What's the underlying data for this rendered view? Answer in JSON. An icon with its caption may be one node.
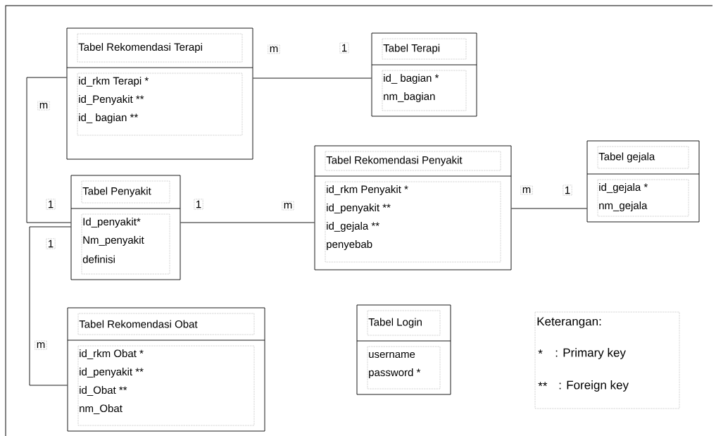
{
  "diagram": {
    "nodes": [
      {
        "text": [
          "Tabel Rekomendasi Terapi",
          "id_rkm Terapi *",
          "id_Penyakit **",
          "id_ bagian **"
        ]
      },
      {
        "text": [
          "Tabel Terapi",
          "id_ bagian *",
          "nm_bagian"
        ]
      },
      {
        "text": [
          "Tabel Rekomendasi Penyakit",
          "id_rkm Penyakit *",
          "id_penyakit **",
          "id_gejala **",
          "penyebab"
        ]
      },
      {
        "text": [
          "Tabel gejala",
          "id_gejala *",
          "nm_gejala"
        ]
      },
      {
        "text": [
          "Tabel Penyakit",
          "Id_penyakit*",
          "Nm_penyakit",
          "definisi"
        ]
      },
      {
        "text": [
          "Tabel Rekomendasi Obat",
          "id_rkm Obat *",
          "id_penyakit **",
          "id_Obat **",
          "nm_Obat"
        ]
      },
      {
        "text": [
          "Tabel Login",
          "username",
          "password *"
        ]
      }
    ],
    "edges": [
      {
        "from": 0,
        "to": 1,
        "arrow": "none"
      },
      {
        "from": 4,
        "to": 0,
        "arrow": "none"
      },
      {
        "from": 4,
        "to": 2,
        "arrow": "none"
      },
      {
        "from": 2,
        "to": 3,
        "arrow": "none"
      },
      {
        "from": 4,
        "to": 5,
        "arrow": "none"
      }
    ],
    "labels": [
      "m",
      "1",
      "m",
      "1",
      "1",
      "m",
      "m",
      "1",
      "1",
      "m",
      "Keterangan:",
      "*",
      ": Primary key",
      "**",
      ": Foreign key"
    ]
  }
}
